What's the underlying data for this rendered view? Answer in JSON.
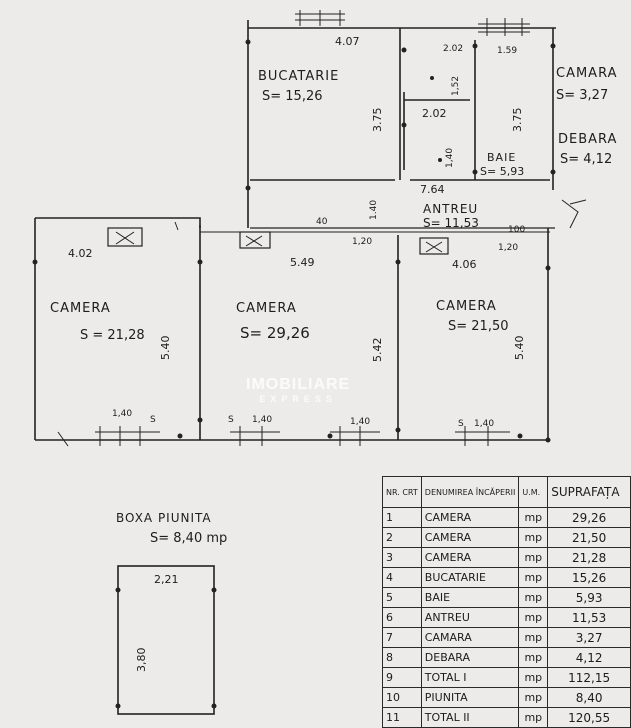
{
  "rooms": {
    "bucatarie": {
      "name": "BUCATARIE",
      "area": "S= 15,26"
    },
    "camara": {
      "name": "CAMARA",
      "area": "S= 3,27"
    },
    "debara": {
      "name": "DEBARA",
      "area": "S= 4,12"
    },
    "baie": {
      "name": "BAIE",
      "area": "S= 5,93"
    },
    "antreu": {
      "name": "ANTREU",
      "area": "S= 11,53"
    },
    "camera1": {
      "name": "CAMERA",
      "area": "S = 21,28"
    },
    "camera2": {
      "name": "CAMERA",
      "area": "S= 29,26"
    },
    "camera3": {
      "name": "CAMERA",
      "area": "S= 21,50"
    }
  },
  "dimensions": {
    "top_407": "4.07",
    "top_202": "2.02",
    "top_159": "1.59",
    "baie_202": "2.02",
    "kitchen_375": "3.75",
    "baie_375": "3.75",
    "antreu_764": "7.64",
    "antreu_140": "1.40",
    "antreu_120a": "1,20",
    "antreu_120b": "1,20",
    "antreu_40": "40",
    "antreu_100": "100",
    "c1_402": "4.02",
    "c2_549": "5.49",
    "c3_406": "4.06",
    "c2_542": "5.42",
    "c1_540": "5.40",
    "c3_540": "5.40",
    "win_140a": "1,40",
    "win_s1": "S",
    "win_s2": "S",
    "win_140b": "1,40",
    "win_140c": "1,40",
    "win_s3": "S",
    "win_140d": "1,40",
    "baie_b1": "1,40",
    "baie_b2": "1,52"
  },
  "boxa": {
    "title": "BOXA PIUNITA",
    "area": "S= 8,40 mp",
    "width": "2,21",
    "height": "3,80"
  },
  "watermark": {
    "line1": "IMOBILIARE",
    "line2": "EXPRESS"
  },
  "legend": {
    "headers": [
      "NR. CRT",
      "DENUMIREA ÎNCĂPERII",
      "U.M.",
      "SUPRAFAȚA"
    ],
    "rows": [
      [
        "1",
        "CAMERA",
        "mp",
        "29,26"
      ],
      [
        "2",
        "CAMERA",
        "mp",
        "21,50"
      ],
      [
        "3",
        "CAMERA",
        "mp",
        "21,28"
      ],
      [
        "4",
        "BUCATARIE",
        "mp",
        "15,26"
      ],
      [
        "5",
        "BAIE",
        "mp",
        "5,93"
      ],
      [
        "6",
        "ANTREU",
        "mp",
        "11,53"
      ],
      [
        "7",
        "CAMARA",
        "mp",
        "3,27"
      ],
      [
        "8",
        "DEBARA",
        "mp",
        "4,12"
      ],
      [
        "9",
        "TOTAL I",
        "mp",
        "112,15"
      ],
      [
        "10",
        "PIUNITA",
        "mp",
        "8,40"
      ],
      [
        "11",
        "TOTAL II",
        "mp",
        "120,55"
      ]
    ]
  },
  "colors": {
    "ink": "#1c1c1c",
    "paper": "#ecebe9"
  }
}
